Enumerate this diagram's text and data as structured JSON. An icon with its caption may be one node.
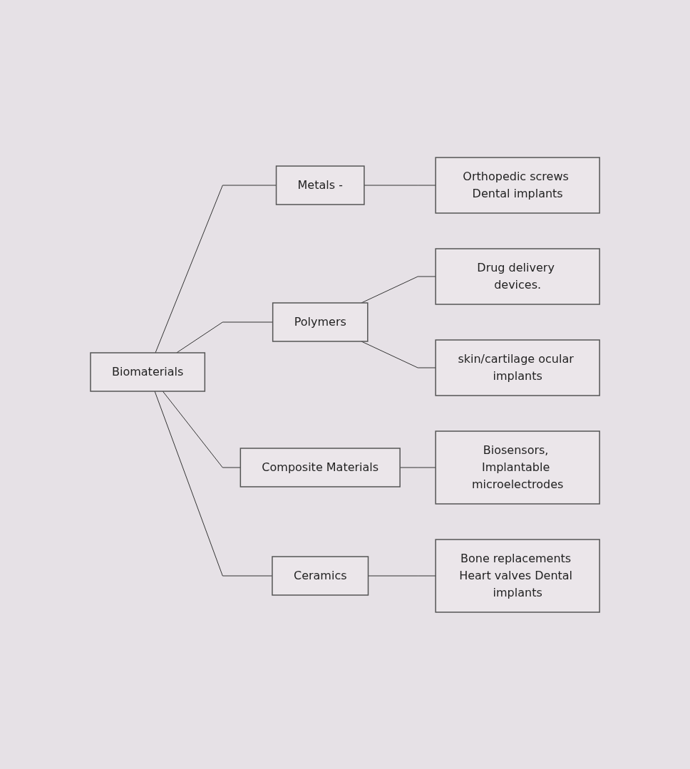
{
  "diagram": {
    "nodes": [
      {
        "text": [
          "Biomaterials"
        ]
      },
      {
        "text": [
          "Metals -"
        ]
      },
      {
        "text": [
          "Polymers"
        ]
      },
      {
        "text": [
          "Composite Materials"
        ]
      },
      {
        "text": [
          "Ceramics"
        ]
      },
      {
        "text": [
          "Orthopedic screws Dental implants"
        ]
      },
      {
        "text": [
          "Drug delivery devices."
        ]
      },
      {
        "text": [
          "skin/cartilage ocular implants"
        ]
      },
      {
        "text": [
          "Biosensors, Implantable microelectrodes"
        ]
      },
      {
        "text": [
          "Bone replacements Heart valves Dental implants"
        ]
      }
    ],
    "edges": [
      {
        "from": 0,
        "to": 1,
        "arrow": "none"
      },
      {
        "from": 0,
        "to": 2,
        "arrow": "none"
      },
      {
        "from": 0,
        "to": 3,
        "arrow": "none"
      },
      {
        "from": 0,
        "to": 4,
        "arrow": "none"
      },
      {
        "from": 1,
        "to": 5,
        "arrow": "none"
      },
      {
        "from": 2,
        "to": 6,
        "arrow": "none"
      },
      {
        "from": 2,
        "to": 7,
        "arrow": "none"
      },
      {
        "from": 3,
        "to": 8,
        "arrow": "none"
      },
      {
        "from": 4,
        "to": 9,
        "arrow": "none"
      }
    ]
  }
}
